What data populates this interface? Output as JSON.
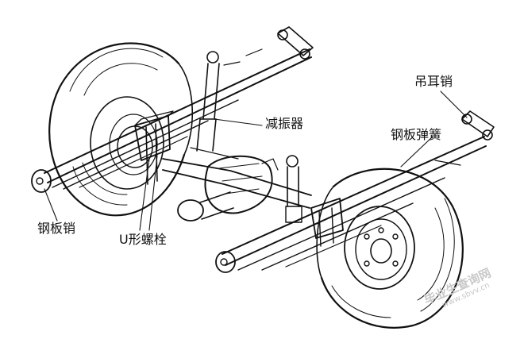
{
  "diagram": {
    "labels": {
      "shock_absorber": "减振器",
      "shackle_pin": "吊耳销",
      "leaf_spring": "钢板弹簧",
      "spring_pin": "钢板销",
      "u_bolt": "U形螺栓"
    },
    "watermark": {
      "line1": "毕业生查询网",
      "line2": "www.sbvv.cn"
    },
    "colors": {
      "ink": "#111111",
      "background": "#ffffff",
      "watermark": "#c9c9c9"
    }
  }
}
